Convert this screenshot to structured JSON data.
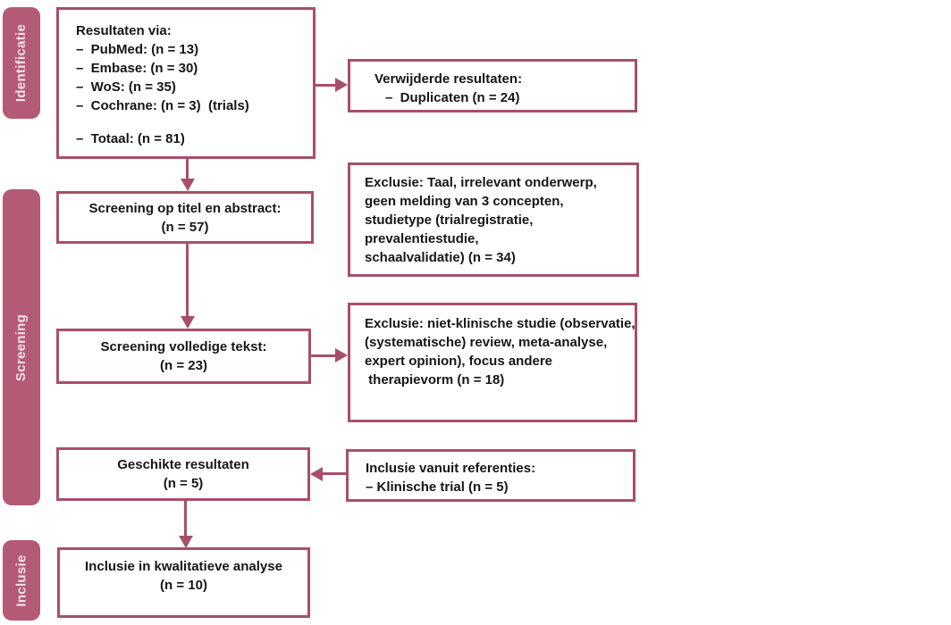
{
  "colors": {
    "accent": "#a84f68",
    "sidebar_fill": "#b35b74",
    "sidebar_text": "#f1e0e6",
    "text": "#161616",
    "box_background": "#ffffff"
  },
  "sidebar": {
    "items": [
      {
        "label": "Identificatie"
      },
      {
        "label": "Screening"
      },
      {
        "label": "Inclusie"
      }
    ]
  },
  "boxes": {
    "results": {
      "title": "Resultaten via:",
      "items": [
        "–  PubMed: (n = 13)",
        "–  Embase: (n = 30)",
        "–  WoS: (n = 35)",
        "–  Cochrane: (n = 3)  (trials)"
      ],
      "total": "–  Totaal: (n = 81)"
    },
    "removed": {
      "title": "Verwijderde resultaten:",
      "item": "–  Duplicaten (n = 24)"
    },
    "screening_title_abstract": {
      "line1": "Screening op titel en abstract:",
      "line2": "(n = 57)"
    },
    "exclusion1": {
      "lines": [
        "Exclusie: Taal, irrelevant onderwerp,",
        "geen melding van 3 concepten,",
        "studietype (trialregistratie,",
        "prevalentiestudie,",
        "schaalvalidatie) (n = 34)"
      ]
    },
    "screening_fulltext": {
      "line1": "Screening volledige tekst:",
      "line2": "(n = 23)"
    },
    "exclusion2": {
      "lines": [
        "Exclusie: niet-klinische studie (observatie,",
        "(systematische) review, meta-analyse,",
        "expert opinion), focus andere",
        " therapievorm (n = 18)"
      ]
    },
    "eligible": {
      "line1": "Geschikte resultaten",
      "line2": "(n = 5)"
    },
    "inclusion_references": {
      "line1": "Inclusie vanuit referenties:",
      "line2": "– Klinische trial (n = 5)"
    },
    "qualitative_analysis": {
      "line1": "Inclusie in kwalitatieve analyse",
      "line2": "(n = 10)"
    }
  }
}
